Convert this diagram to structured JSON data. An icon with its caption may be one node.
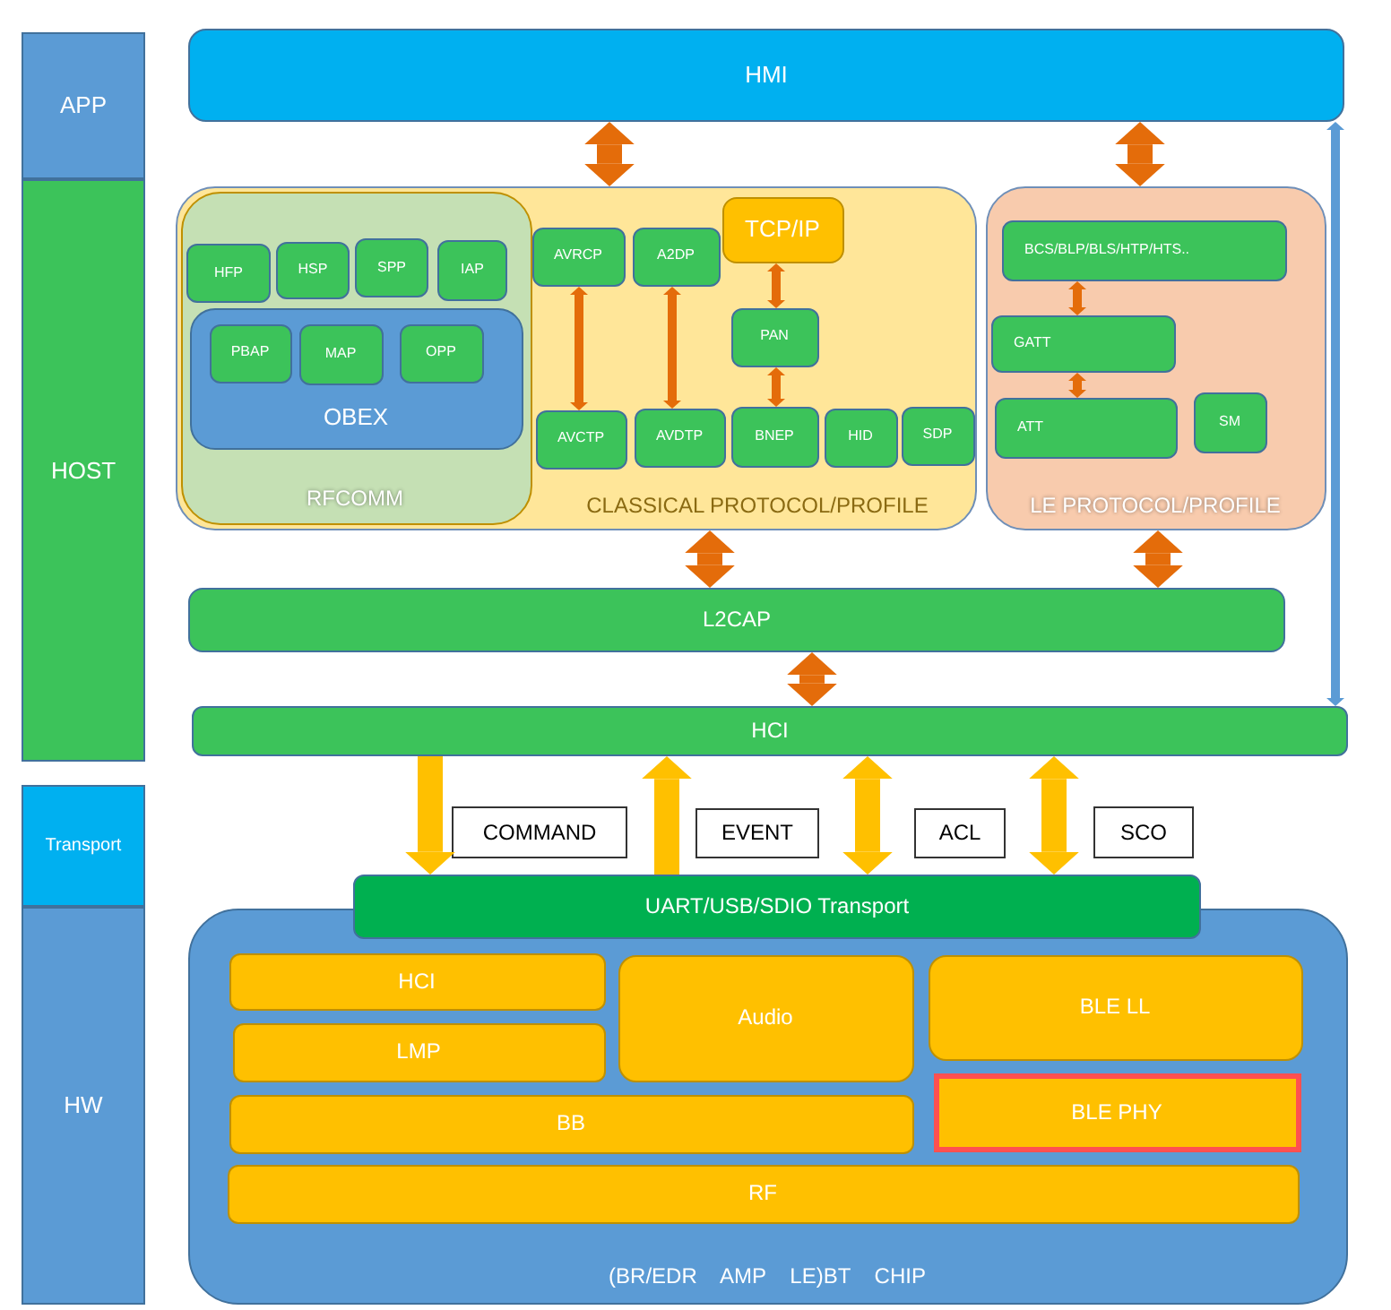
{
  "diagram": {
    "nodes": [
      {
        "text": [
          "APP"
        ]
      },
      {
        "text": [
          "HOST"
        ]
      },
      {
        "text": [
          "Transport"
        ]
      },
      {
        "text": [
          "HW"
        ]
      },
      {
        "text": [
          "HMI"
        ]
      },
      {
        "text": [
          "CLASSICAL PROTOCOL/PROFILE"
        ]
      },
      {
        "text": [
          "RFCOMM"
        ],
        "in": 5
      },
      {
        "text": [
          "HFP"
        ],
        "in": 6
      },
      {
        "text": [
          "HSP"
        ],
        "in": 6
      },
      {
        "text": [
          "SPP"
        ],
        "in": 6
      },
      {
        "text": [
          "IAP"
        ],
        "in": 6
      },
      {
        "text": [
          "OBEX"
        ],
        "in": 6
      },
      {
        "text": [
          "PBAP"
        ],
        "in": 11
      },
      {
        "text": [
          "MAP"
        ],
        "in": 11
      },
      {
        "text": [
          "OPP"
        ],
        "in": 11
      },
      {
        "text": [
          "AVRCP"
        ],
        "in": 5
      },
      {
        "text": [
          "A2DP"
        ],
        "in": 5
      },
      {
        "text": [
          "TCP/IP"
        ],
        "in": 5
      },
      {
        "text": [
          "PAN"
        ],
        "in": 5
      },
      {
        "text": [
          "AVCTP"
        ],
        "in": 5
      },
      {
        "text": [
          "AVDTP"
        ],
        "in": 5
      },
      {
        "text": [
          "BNEP"
        ],
        "in": 5
      },
      {
        "text": [
          "HID"
        ],
        "in": 5
      },
      {
        "text": [
          "SDP"
        ],
        "in": 5
      },
      {
        "text": [
          "LE PROTOCOL/PROFILE"
        ]
      },
      {
        "text": [
          "BCS/BLP/BLS/HTP/HTS.."
        ],
        "in": 24
      },
      {
        "text": [
          "GATT"
        ],
        "in": 24
      },
      {
        "text": [
          "ATT"
        ],
        "in": 24
      },
      {
        "text": [
          "SM"
        ],
        "in": 24
      },
      {
        "text": [
          "L2CAP"
        ]
      },
      {
        "text": [
          "HCI"
        ]
      },
      {
        "text": [
          "COMMAND"
        ]
      },
      {
        "text": [
          "EVENT"
        ]
      },
      {
        "text": [
          "ACL"
        ]
      },
      {
        "text": [
          "SCO"
        ]
      },
      {
        "text": [
          "UART/USB/SDIO Transport"
        ]
      },
      {
        "text": [
          "(BR/EDR AMP LE)BT CHIP"
        ]
      },
      {
        "text": [
          "HCI"
        ],
        "in": 36
      },
      {
        "text": [
          "LMP"
        ],
        "in": 36
      },
      {
        "text": [
          "Audio"
        ],
        "in": 36
      },
      {
        "text": [
          "BLE LL"
        ],
        "in": 36
      },
      {
        "text": [
          "BLE PHY"
        ],
        "in": 36
      },
      {
        "text": [
          "BB"
        ],
        "in": 36
      },
      {
        "text": [
          "RF"
        ],
        "in": 36
      }
    ],
    "edges": [
      {
        "from": 4,
        "to": 5,
        "arrow": "both"
      },
      {
        "from": 4,
        "to": 24,
        "arrow": "both"
      },
      {
        "from": 15,
        "to": 19,
        "arrow": "both"
      },
      {
        "from": 16,
        "to": 20,
        "arrow": "both"
      },
      {
        "from": 17,
        "to": 18,
        "arrow": "both"
      },
      {
        "from": 18,
        "to": 21,
        "arrow": "both"
      },
      {
        "from": 25,
        "to": 26,
        "arrow": "both"
      },
      {
        "from": 26,
        "to": 27,
        "arrow": "both"
      },
      {
        "from": 5,
        "to": 29,
        "arrow": "both"
      },
      {
        "from": 24,
        "to": 29,
        "arrow": "both"
      },
      {
        "from": 29,
        "to": 30,
        "arrow": "both"
      },
      {
        "from": 4,
        "to": 30,
        "arrow": "both",
        "color": "#5b9bd5"
      },
      {
        "from": 30,
        "to": 35,
        "arrow": "to",
        "color": "#ffc000"
      },
      {
        "from": 35,
        "to": 30,
        "arrow": "to",
        "color": "#ffc000"
      },
      {
        "from": 30,
        "to": 35,
        "arrow": "both",
        "color": "#ffc000"
      },
      {
        "from": 30,
        "to": 35,
        "arrow": "both",
        "color": "#ffc000"
      }
    ]
  }
}
